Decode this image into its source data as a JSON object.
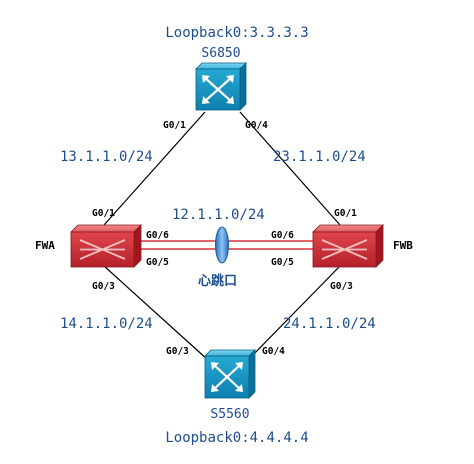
{
  "devices": {
    "s6850": {
      "name": "S6850",
      "loopback": "Loopback0:3.3.3.3"
    },
    "s5560": {
      "name": "S5560",
      "loopback": "Loopback0:4.4.4.4"
    },
    "fwa": {
      "name": "FWA"
    },
    "fwb": {
      "name": "FWB"
    }
  },
  "networks": {
    "s6850_fwa": "13.1.1.0/24",
    "s6850_fwb": "23.1.1.0/24",
    "fwa_fwb": "12.1.1.0/24",
    "fwa_s5560": "14.1.1.0/24",
    "fwb_s5560": "24.1.1.0/24"
  },
  "heartbeat": "心跳口",
  "ports": {
    "s6850_left": "G0/1",
    "s6850_right": "G0/4",
    "fwa_top": "G0/1",
    "fwa_right_top": "G0/6",
    "fwa_right_bottom": "G0/5",
    "fwa_bottom": "G0/3",
    "fwb_top": "G0/1",
    "fwb_left_top": "G0/6",
    "fwb_left_bottom": "G0/5",
    "fwb_bottom": "G0/3",
    "s5560_left": "G0/3",
    "s5560_right": "G0/4"
  },
  "colors": {
    "switch": "#1aa0c8",
    "firewall": "#d8333c",
    "label": "#1f4e8f",
    "link": "#000000",
    "heartbeat_link": "#d8333c",
    "heartbeat_oval": "#3a7fd0"
  }
}
